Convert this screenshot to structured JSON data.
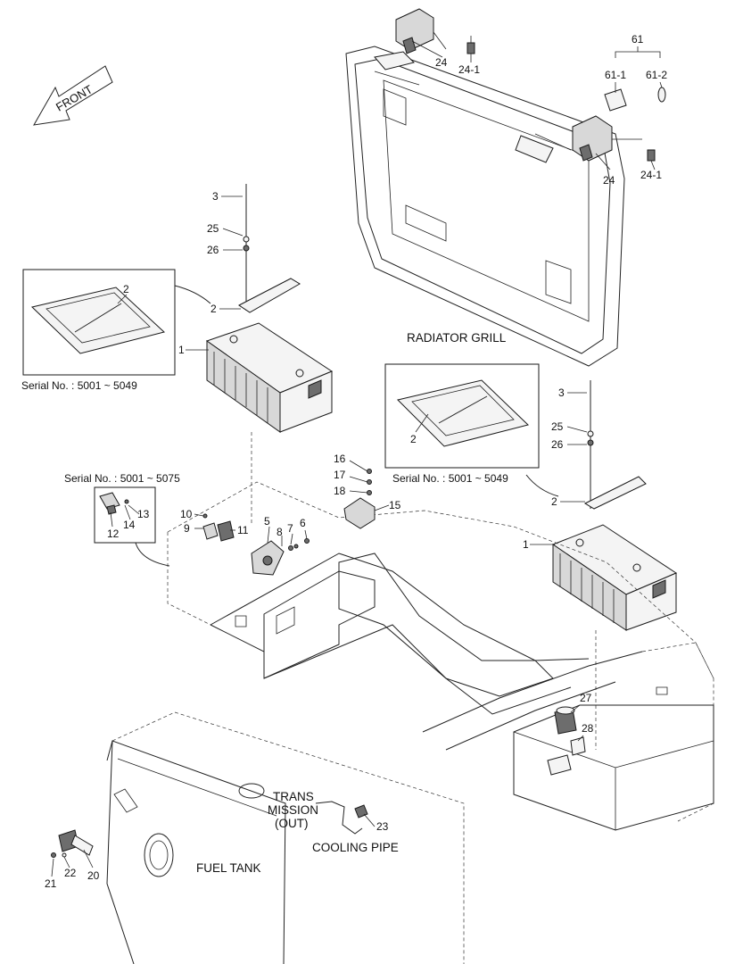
{
  "front_label": "FRONT",
  "captions": {
    "radiator_grill": "RADIATOR GRILL",
    "fuel_tank": "FUEL TANK",
    "cooling_pipe": "COOLING PIPE",
    "trans_line1": "TRANS",
    "trans_line2": "MISSION",
    "trans_line3": "(OUT)"
  },
  "serials": {
    "left_battery": "Serial No. : 5001 ~ 5049",
    "right_battery": "Serial No. : 5001 ~ 5049",
    "relay_box": "Serial No. : 5001 ~ 5075"
  },
  "labels": {
    "p1_left": "1",
    "p1_right": "1",
    "p2_left_inset": "2",
    "p2_left": "2",
    "p2_right_inset": "2",
    "p2_right": "2",
    "p3_left": "3",
    "p3_right": "3",
    "p5": "5",
    "p6": "6",
    "p7": "7",
    "p8": "8",
    "p9": "9",
    "p10": "10",
    "p11": "11",
    "p12": "12",
    "p13": "13",
    "p14": "14",
    "p15": "15",
    "p16": "16",
    "p17": "17",
    "p18": "18",
    "p20": "20",
    "p21": "21",
    "p22": "22",
    "p23": "23",
    "p24_top": "24",
    "p24_right": "24",
    "p24_1_top": "24-1",
    "p24_1_right": "24-1",
    "p25_left": "25",
    "p25_right": "25",
    "p26_left": "26",
    "p26_right": "26",
    "p27": "27",
    "p28": "28",
    "p61": "61",
    "p61_1": "61-1",
    "p61_2": "61-2"
  }
}
